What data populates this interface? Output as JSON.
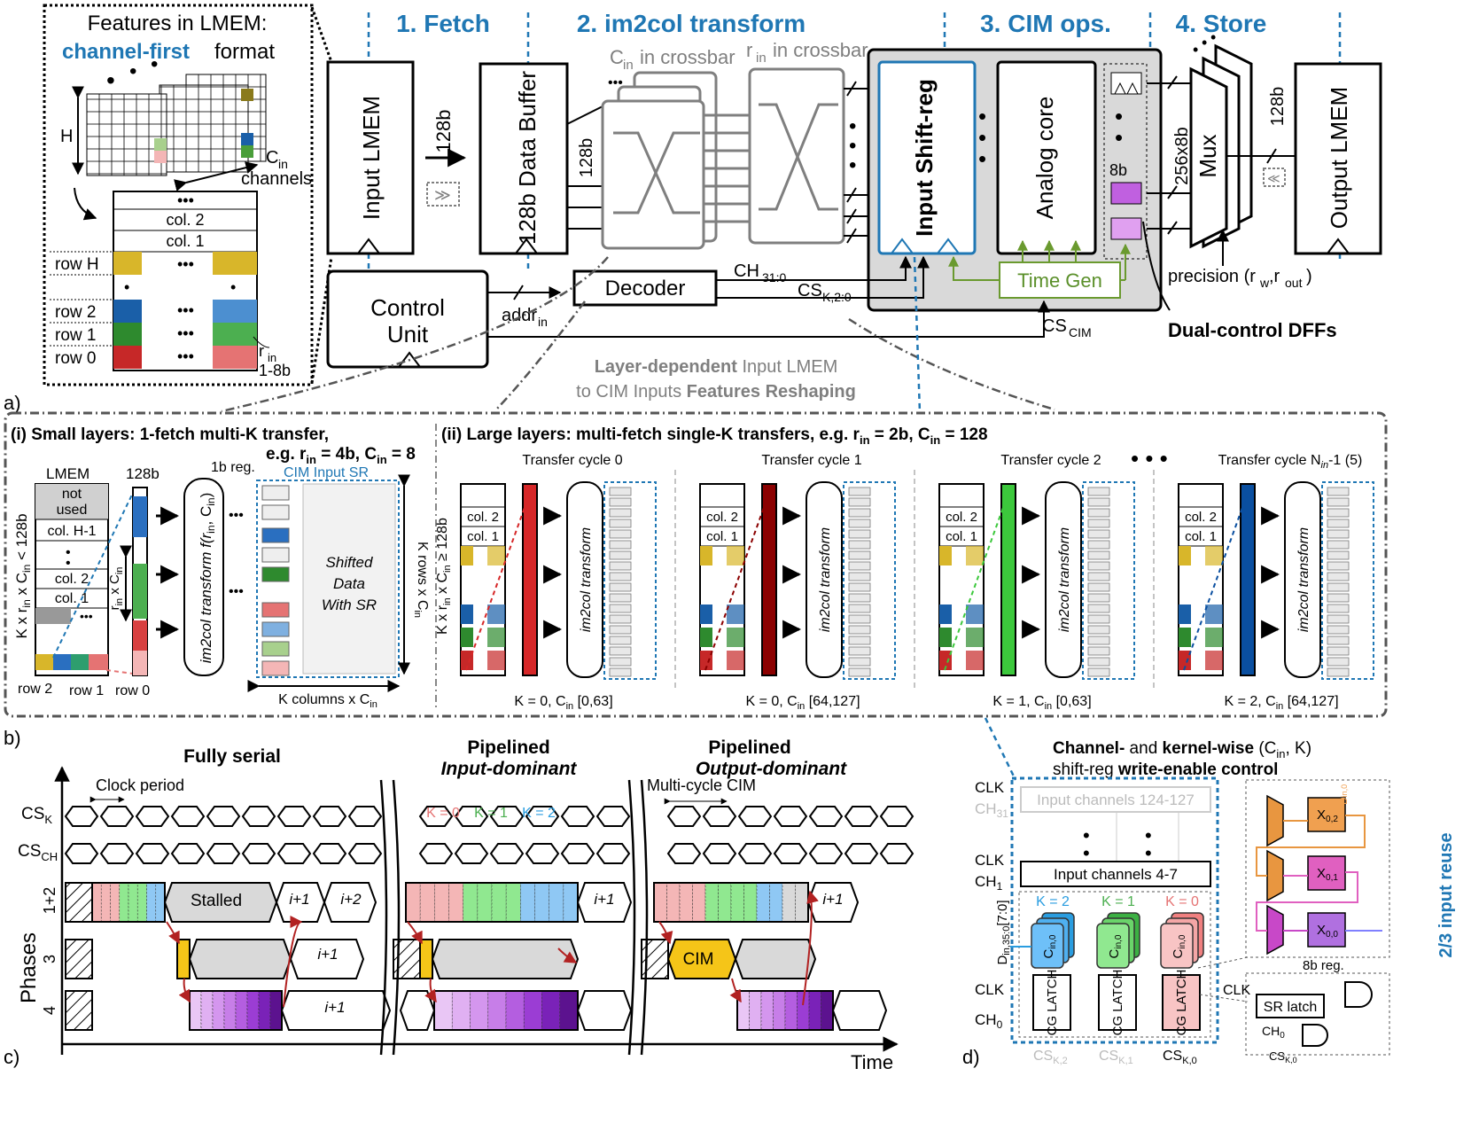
{
  "panel_labels": {
    "a": "a)",
    "b": "b)",
    "c": "c)",
    "d": "d)"
  },
  "a": {
    "lmem_title_line1": "Features in LMEM:",
    "lmem_title_blue": "channel-first",
    "lmem_title_rest": "format",
    "h_label": "H",
    "cin_label": "C",
    "cin_sub": "in",
    "channels": "channels",
    "cols": [
      "col. 2",
      "col. 1"
    ],
    "rows": [
      "row H",
      "row 2",
      "row 1",
      "row 0"
    ],
    "rin_label": "r",
    "rin_sub": "in",
    "rin_range": "1-8b",
    "stage_titles": [
      "1. Fetch",
      "2. im2col transform",
      "3. CIM ops.",
      "4. Store"
    ],
    "input_lmem": "Input LMEM",
    "bus_128b": "128b",
    "data_buffer": "128b Data Buffer",
    "cin_crossbar": "C",
    "cin_crossbar_rest": "in crossbar",
    "rin_crossbar": "r",
    "rin_crossbar_rest": "in crossbar",
    "input_shiftreg": "Input Shift-reg",
    "analog_core": "Analog core",
    "dff_8b": "8b",
    "bus_256x8b": "256x8b",
    "mux": "Mux",
    "output_lmem": "Output LMEM",
    "precision": "precision (r",
    "precision_sub1": "w",
    "precision_mid": ",r",
    "precision_sub2": "out",
    "precision_end": ")",
    "dual_control": "Dual-control DFFs",
    "control_unit": "Control Unit",
    "addr_in": "addr",
    "addr_sub": "in",
    "decoder": "Decoder",
    "ch_signal": "CH",
    "ch_sub": "31:0",
    "csk_signal": "CS",
    "csk_sub": "K,2:0",
    "cscim_signal": "CS",
    "cscim_sub": "CIM",
    "time_gen": "Time Gen",
    "reshape_line1_bold": "Layer-dependent",
    "reshape_line1_rest": "Input LMEM",
    "reshape_line2": "to CIM Inputs",
    "reshape_line2_bold": "Features Reshaping"
  },
  "b": {
    "small_title": "(i) Small layers: 1-fetch multi-K transfer,",
    "small_eg": "e.g. r",
    "small_eg_rest": " = 4b, C",
    "small_eg_end": " = 8",
    "lmem": "LMEM",
    "not_used": "not used",
    "cols_small": [
      "col. H-1",
      "col. 2",
      "col. 1"
    ],
    "row_labels_small": [
      "row 2",
      "row 1",
      "row 0"
    ],
    "kx_small": "K x r",
    "kx_small_rest": " x C",
    "kx_small_end": " < 128b",
    "bus_128b": "128b",
    "rin_x_cin": "r",
    "rin_x_cin_rest": " x C",
    "im2col_small": "im2col transform f(r",
    "im2col_small_rest": ", C",
    "im2col_small_end": ")",
    "reg_1b": "1b reg.",
    "cim_input_sr": "CIM Input SR",
    "shifted": "Shifted",
    "data": "Data",
    "with_sr": "With SR",
    "k_rows": "K rows x C",
    "k_cols": "K columns x C",
    "large_title": "(ii) Large layers: multi-fetch single-K transfers, e.g. r",
    "large_title_mid": " = 2b, C",
    "large_title_end": " = 128",
    "transfer_cycles": [
      "Transfer cycle 0",
      "Transfer cycle 1",
      "Transfer cycle 2",
      "Transfer cycle N",
      "-1 (5)"
    ],
    "transfer_n_sub": "in",
    "kx_large": "K x r",
    "kx_large_rest": " x C",
    "kx_large_end": " ≥ 128b",
    "im2col": "im2col transform",
    "cols_large": [
      "col. 2",
      "col. 1"
    ],
    "k_captions": [
      "K = 0, C",
      "K = 0, C",
      "K = 1, C",
      "K = 2, C"
    ],
    "k_ranges": [
      "[0,63]",
      "[64,127]",
      "[0,63]",
      "[64,127]"
    ],
    "sub_in": "in"
  },
  "c": {
    "titles": [
      "Fully serial",
      "Pipelined",
      "Input-dominant",
      "Pipelined",
      "Output-dominant"
    ],
    "clock_period": "Clock period",
    "multi_cycle": "Multi-cycle CIM",
    "csk": "CS",
    "csk_sub": "K",
    "csch": "CS",
    "csch_sub": "CH",
    "phase_12": "1+2",
    "phase_3": "3",
    "phase_4": "4",
    "phases": "Phases",
    "stalled": "Stalled",
    "cim": "CIM",
    "i1": "i+1",
    "i2": "i+2",
    "k_labels": [
      "K = 0",
      "K = 1",
      "K = 2"
    ],
    "time": "Time"
  },
  "d": {
    "title_line1_a": "Channel-",
    "title_line1_b": " and ",
    "title_line1_c": "kernel-wise",
    "title_line1_d": " (C",
    "title_line1_e": ", K)",
    "title_line2_a": "shift-reg ",
    "title_line2_b": "write-enable control",
    "input_reuse": "2/3 input reuse",
    "clk": "CLK",
    "ch31": "CH",
    "ch31_sub": "31",
    "ch1": "CH",
    "ch1_sub": "1",
    "ch0": "CH",
    "ch0_sub": "0",
    "channels_124": "Input channels 124-127",
    "channels_4": "Input channels 4-7",
    "k_labels": [
      "K = 2",
      "K = 1",
      "K = 0"
    ],
    "cin0": "C",
    "cin0_sub": "in,0",
    "din": "D",
    "din_sub": "in,35:0",
    "din_end": "[7:0]",
    "cg_latch": "CG LATCH",
    "cs_labels": [
      "CS",
      "CS",
      "CS"
    ],
    "cs_subs": [
      "K,2",
      "K,1",
      "K,0"
    ],
    "x_labels": [
      "X",
      "X",
      "X"
    ],
    "x_subs": [
      "0,2",
      "0,1",
      "0,0"
    ],
    "din0": "D",
    "din0_sub": "in,0",
    "reg_8b": "8b reg.",
    "sr_latch": "SR latch"
  },
  "colors": {
    "accent_blue": "#1f77b4",
    "time_gen_green": "#6a9a2f",
    "cim_yellow": "#f5c518",
    "phase_purple": "#8a2be2",
    "arrow_red": "#b22222"
  }
}
